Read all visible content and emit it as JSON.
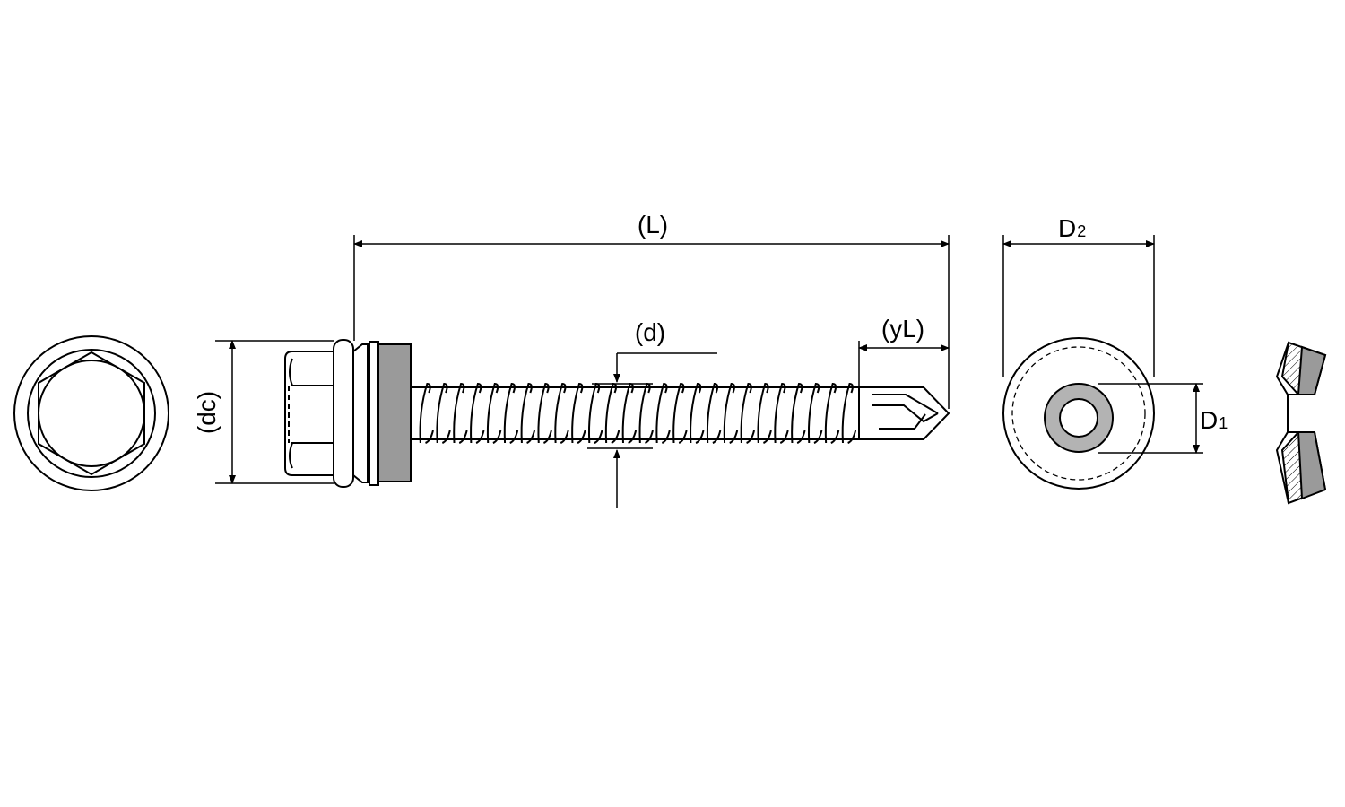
{
  "labels": {
    "length": "(L)",
    "thread_diameter": "(d)",
    "tip_length": "(yL)",
    "head_diameter": "(dc)",
    "washer_outer": "D",
    "washer_outer_sub": "2",
    "washer_inner": "D",
    "washer_inner_sub": "1"
  },
  "colors": {
    "line": "#000000",
    "gasket": "#9a9a9a",
    "washer_ring": "#b3b3b3",
    "background": "#ffffff"
  },
  "thread": {
    "turns": 26
  }
}
